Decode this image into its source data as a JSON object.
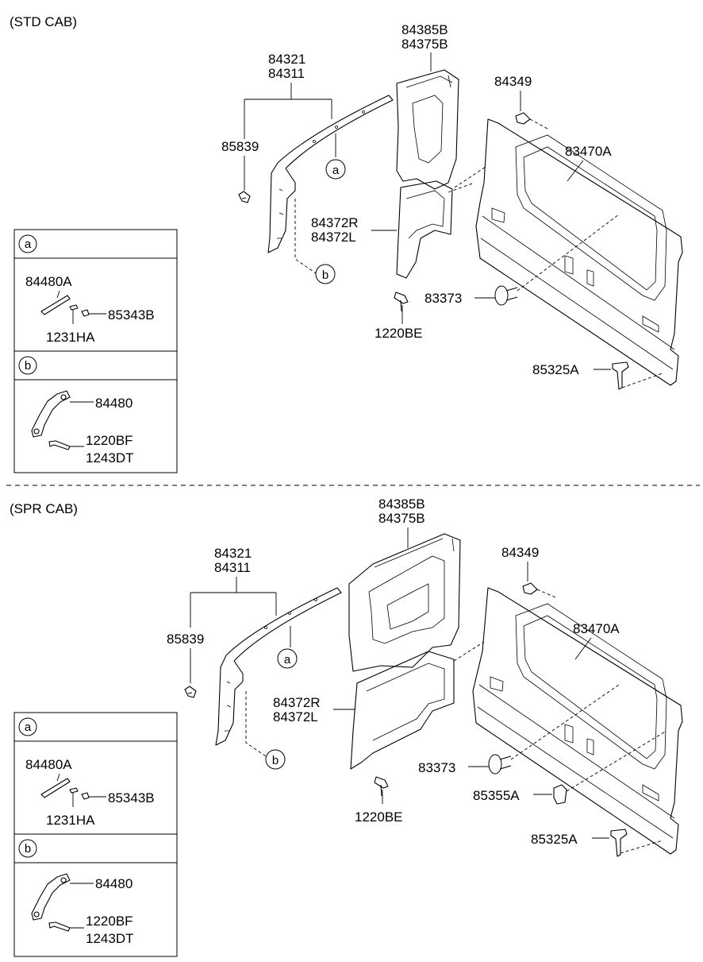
{
  "sections": {
    "std": {
      "title": "(STD CAB)",
      "labels": {
        "l84321": "84321",
        "l84311": "84311",
        "l84385B": "84385B",
        "l84375B": "84375B",
        "l84349": "84349",
        "l85839": "85839",
        "l83470A": "83470A",
        "l84372R": "84372R",
        "l84372L": "84372L",
        "l83373": "83373",
        "l1220BE": "1220BE",
        "l85325A": "85325A",
        "bubble_a": "a",
        "bubble_b": "b"
      },
      "inset": {
        "a_header": "a",
        "l84480A": "84480A",
        "l85343B": "85343B",
        "l1231HA": "1231HA",
        "b_header": "b",
        "l84480": "84480",
        "l1220BF": "1220BF",
        "l1243DT": "1243DT"
      }
    },
    "spr": {
      "title": "(SPR CAB)",
      "labels": {
        "l84321": "84321",
        "l84311": "84311",
        "l84385B": "84385B",
        "l84375B": "84375B",
        "l84349": "84349",
        "l85839": "85839",
        "l83470A": "83470A",
        "l84372R": "84372R",
        "l84372L": "84372L",
        "l83373": "83373",
        "l85355A": "85355A",
        "l1220BE": "1220BE",
        "l85325A": "85325A",
        "bubble_a": "a",
        "bubble_b": "b"
      },
      "inset": {
        "a_header": "a",
        "l84480A": "84480A",
        "l85343B": "85343B",
        "l1231HA": "1231HA",
        "b_header": "b",
        "l84480": "84480",
        "l1220BF": "1220BF",
        "l1243DT": "1243DT"
      }
    }
  }
}
